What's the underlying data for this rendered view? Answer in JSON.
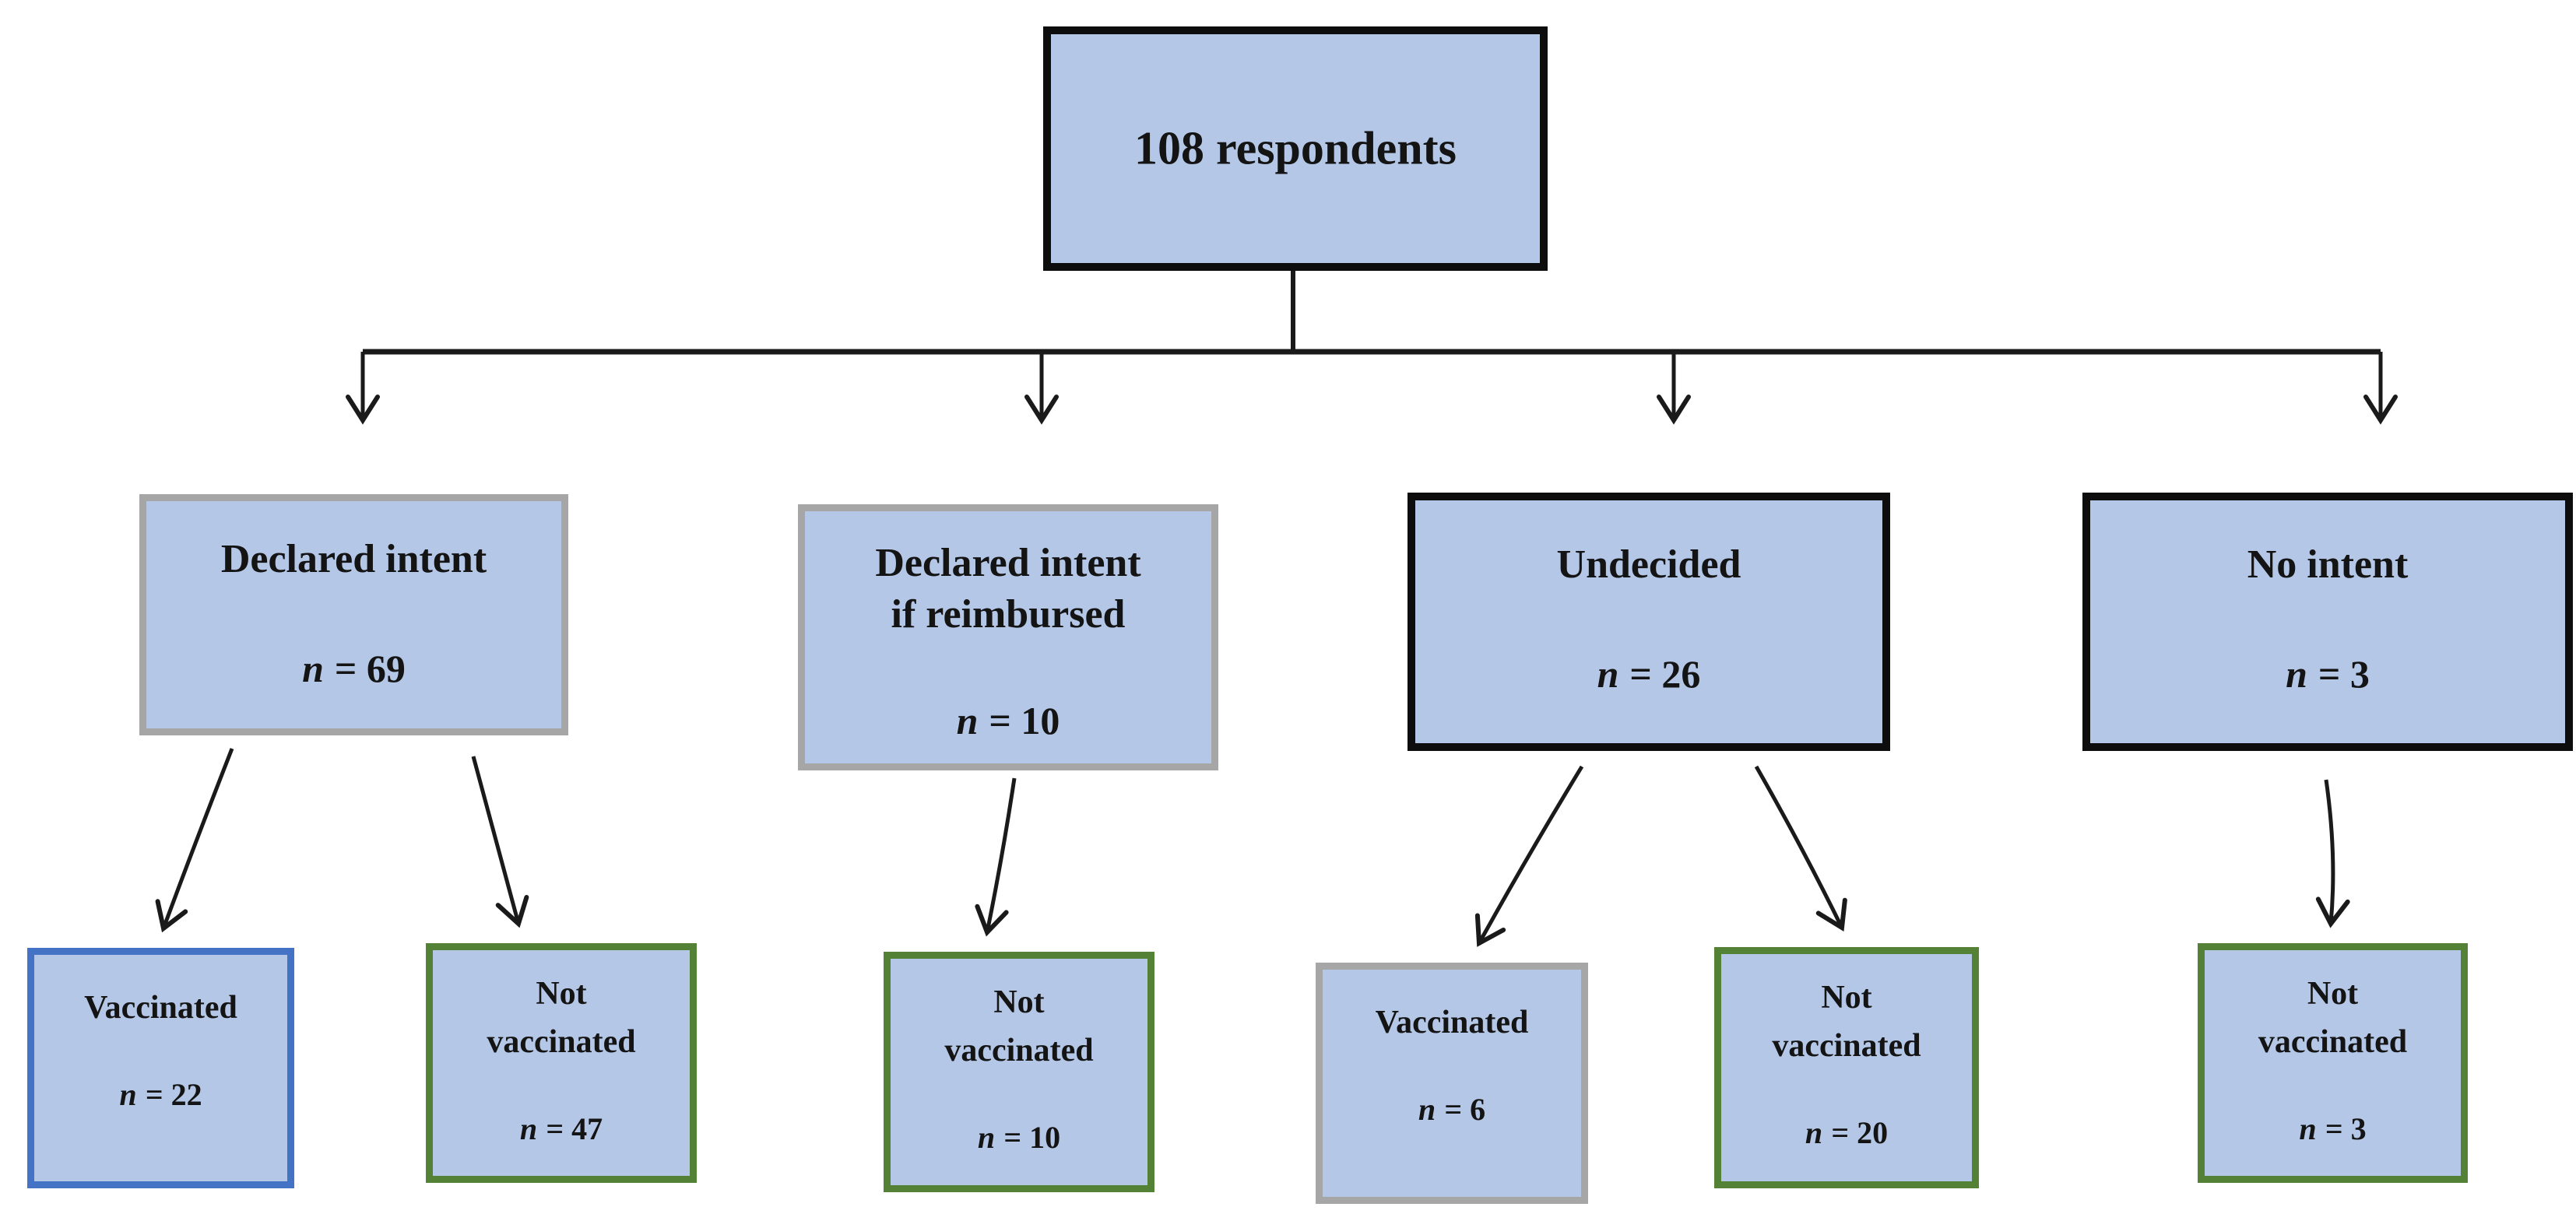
{
  "figure_type": "flowchart",
  "colors": {
    "box_fill": "#B4C7E7",
    "border_black": "#0d0d0d",
    "border_gray": "#A6A6A6",
    "border_blue": "#4472C4",
    "border_green": "#538135",
    "line": "#1a1a1a"
  },
  "flowchart": {
    "boxes": {
      "root": {
        "title": "108 respondents"
      },
      "declared_intent": {
        "title": "Declared intent",
        "n_symbol": "n",
        "n_value": "= 69"
      },
      "declared_intent_if_reimbursed": {
        "title_line1": "Declared intent",
        "title_line2": "if reimbursed",
        "n_symbol": "n",
        "n_value": "= 10"
      },
      "undecided": {
        "title": "Undecided",
        "n_symbol": "n",
        "n_value": "= 26"
      },
      "no_intent": {
        "title": "No intent",
        "n_symbol": "n",
        "n_value": "= 3"
      },
      "declared_vaccinated": {
        "title": "Vaccinated",
        "n_symbol": "n",
        "n_value": "= 22"
      },
      "declared_not_vaccinated": {
        "title_line1": "Not",
        "title_line2": "vaccinated",
        "n_symbol": "n",
        "n_value": "= 47"
      },
      "reimbursed_not_vaccinated": {
        "title_line1": "Not",
        "title_line2": "vaccinated",
        "n_symbol": "n",
        "n_value": "= 10"
      },
      "undecided_vaccinated": {
        "title": "Vaccinated",
        "n_symbol": "n",
        "n_value": "= 6"
      },
      "undecided_not_vaccinated": {
        "title_line1": "Not",
        "title_line2": "vaccinated",
        "n_symbol": "n",
        "n_value": "= 20"
      },
      "no_intent_not_vaccinated": {
        "title_line1": "Not",
        "title_line2": "vaccinated",
        "n_symbol": "n",
        "n_value": "= 3"
      }
    },
    "edges": [
      {
        "from": "root",
        "to": "declared_intent"
      },
      {
        "from": "root",
        "to": "declared_intent_if_reimbursed"
      },
      {
        "from": "root",
        "to": "undecided"
      },
      {
        "from": "root",
        "to": "no_intent"
      },
      {
        "from": "declared_intent",
        "to": "declared_vaccinated"
      },
      {
        "from": "declared_intent",
        "to": "declared_not_vaccinated"
      },
      {
        "from": "declared_intent_if_reimbursed",
        "to": "reimbursed_not_vaccinated"
      },
      {
        "from": "undecided",
        "to": "undecided_vaccinated"
      },
      {
        "from": "undecided",
        "to": "undecided_not_vaccinated"
      },
      {
        "from": "no_intent",
        "to": "no_intent_not_vaccinated"
      }
    ]
  }
}
